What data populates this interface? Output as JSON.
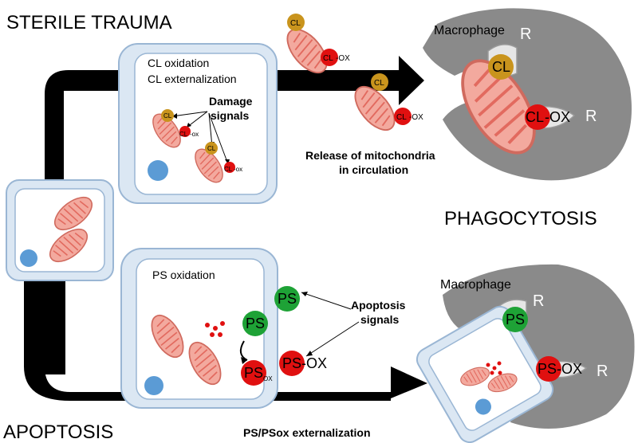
{
  "titles": {
    "sterile_trauma": "STERILE TRAUMA",
    "apoptosis": "APOPTOSIS",
    "phagocytosis": "PHAGOCYTOSIS"
  },
  "top_cell": {
    "line1": "CL oxidation",
    "line2": "CL externalization",
    "damage_line1": "Damage",
    "damage_line2": "signals"
  },
  "bottom_cell": {
    "title": "PS oxidation"
  },
  "labels": {
    "cl": "CL",
    "cl_ox_prefix": "CL",
    "ox": "-OX",
    "ox_small": "-ox",
    "ps": "PS",
    "ps_ox_prefix": "PS",
    "ps_ox_sub": "OX",
    "r": "R",
    "macrophage": "Macrophage",
    "release_line1": "Release of mitochondria",
    "release_line2": "in circulation",
    "apoptosis_line1": "Apoptosis",
    "apoptosis_line2": "signals",
    "externalization": "PS/PSox externalization"
  },
  "colors": {
    "cell_fill": "#dbe7f3",
    "cell_stroke": "#9ab6d4",
    "mito_fill": "#f3a99e",
    "mito_stroke": "#d06a5e",
    "cl_ball": "#c9941d",
    "ox_ball": "#e01010",
    "ps_ball": "#1ea236",
    "macrophage": "#8a8a8a",
    "nucleus": "#5b9bd5"
  }
}
